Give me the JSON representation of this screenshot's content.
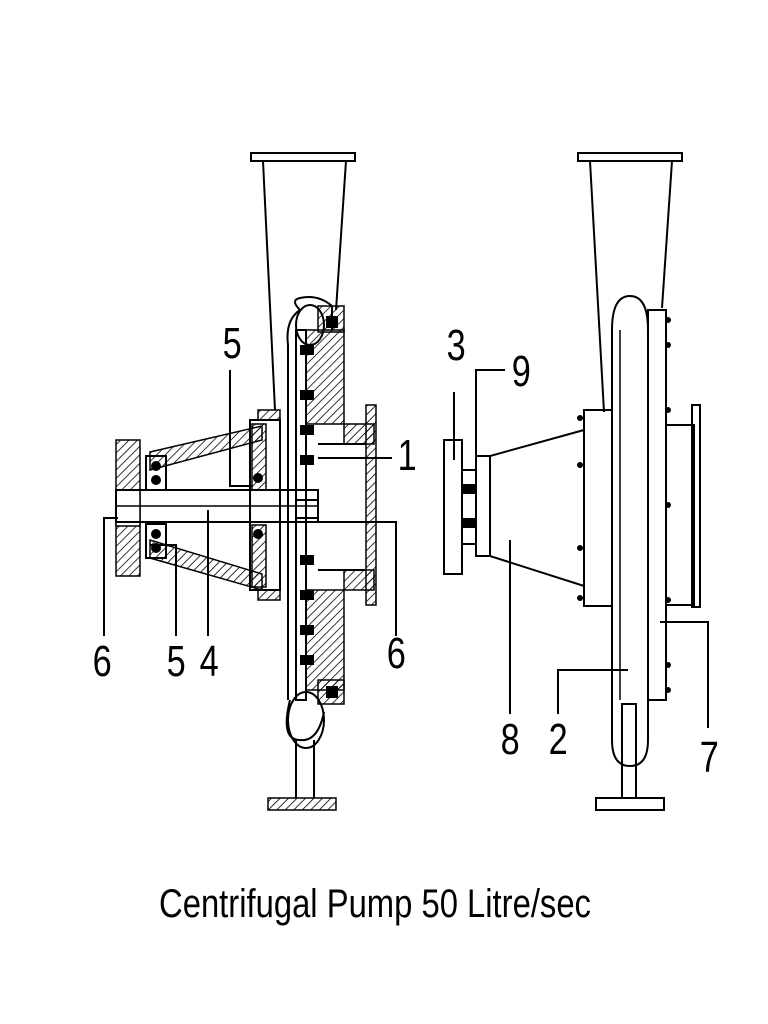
{
  "caption": "Centrifugal Pump 50 Litre/sec",
  "section_view": {
    "labels": [
      "5",
      "1",
      "6",
      "5",
      "4",
      "6"
    ]
  },
  "exterior_view": {
    "labels": [
      "3",
      "9",
      "8",
      "2",
      "7"
    ]
  }
}
